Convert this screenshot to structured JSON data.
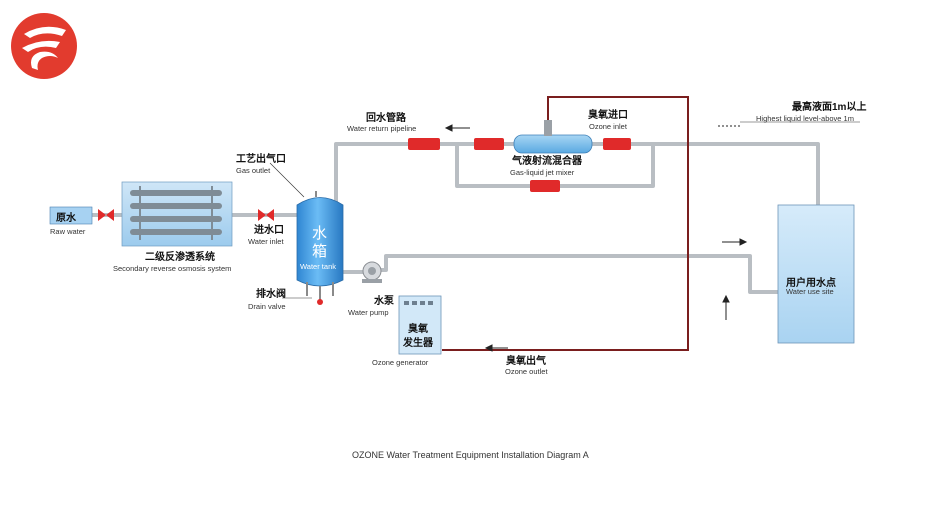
{
  "labels": {
    "raw_water_cn": "原水",
    "raw_water_en": "Raw water",
    "ro_cn": "二级反渗透系统",
    "ro_en": "Secondary reverse osmosis system",
    "gas_outlet_cn": "工艺出气口",
    "gas_outlet_en": "Gas outlet",
    "water_inlet_cn": "进水口",
    "water_inlet_en": "Water inlet",
    "tank_cn_1": "水",
    "tank_cn_2": "箱",
    "tank_en": "Water tank",
    "drain_cn": "排水阀",
    "drain_en": "Drain valve",
    "pump_cn": "水泵",
    "pump_en": "Water pump",
    "return_cn": "回水管路",
    "return_en": "Water return pipeline",
    "ozone_in_cn": "臭氧进口",
    "ozone_in_en": "Ozone inlet",
    "mixer_cn": "气液射流混合器",
    "mixer_en": "Gas-liquid jet mixer",
    "ozone_gen_cn_1": "臭氧",
    "ozone_gen_cn_2": "发生器",
    "ozone_gen_en": "Ozone generator",
    "ozone_out_cn": "臭氧出气",
    "ozone_out_en": "Ozone outlet",
    "highest_cn": "最高液面1m以上",
    "highest_en": "Highest liquid level-above 1m",
    "use_site_cn": "用户用水点",
    "use_site_en": "Water use site"
  },
  "caption": "OZONE Water Treatment Equipment Installation Diagram A",
  "colors": {
    "pipe": "#b9bec3",
    "tank": "#4aa3e8",
    "ozone_line": "#7a1e1e",
    "valve": "#e02a2a",
    "logo": "#e23b2e"
  }
}
